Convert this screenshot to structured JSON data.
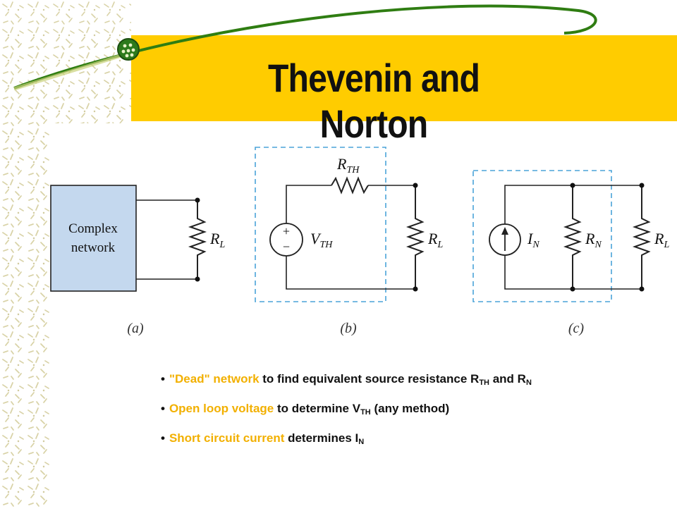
{
  "slide": {
    "title": "Thevenin and Norton",
    "colors": {
      "banner": "#ffcc00",
      "accent_line": "#2f7d12",
      "highlight": "#f2b000",
      "network_fill": "#c4d8ee",
      "dashed_box": "#4aa3d8"
    }
  },
  "diagram_a": {
    "box_line1": "Complex",
    "box_line2": "network",
    "resistor_label": "R",
    "resistor_sub": "L",
    "caption": "(a)"
  },
  "diagram_b": {
    "rth_label": "R",
    "rth_sub": "TH",
    "source_plus": "+",
    "source_minus": "−",
    "vth_label": "V",
    "vth_sub": "TH",
    "rl_label": "R",
    "rl_sub": "L",
    "caption": "(b)"
  },
  "diagram_c": {
    "in_label": "I",
    "in_sub": "N",
    "rn_label": "R",
    "rn_sub": "N",
    "rl_label": "R",
    "rl_sub": "L",
    "caption": "(c)"
  },
  "bullets": [
    {
      "highlight": "\"Dead\" network",
      "rest": " to find equivalent source resistance R",
      "sub1": "TH",
      "mid": " and R",
      "sub2": "N"
    },
    {
      "highlight": "Open loop voltage",
      "rest": " to determine V",
      "sub1": "TH",
      "tail": " (any method)"
    },
    {
      "highlight": "Short circuit current",
      "rest": " determines I",
      "sub1": "N"
    }
  ]
}
